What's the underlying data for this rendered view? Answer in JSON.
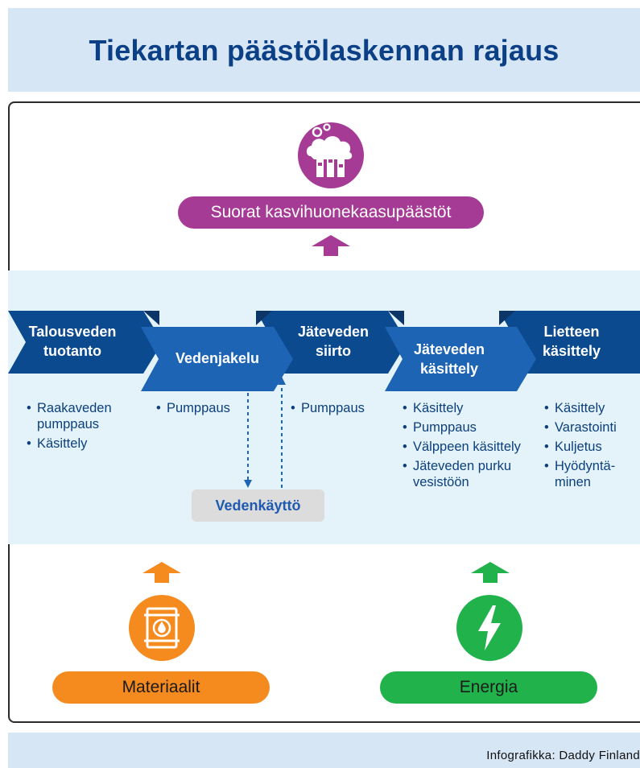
{
  "title": "Tiekartan päästölaskennan rajaus",
  "direct_emissions_label": "Suorat kasvihuonekaasupäästöt",
  "stages": [
    {
      "label_line1": "Talousveden",
      "label_line2": "tuotanto",
      "bullets": [
        "Raakaveden pumppaus",
        "Käsittely"
      ]
    },
    {
      "label_line1": "Vedenjakelu",
      "label_line2": "",
      "bullets": [
        "Pumppaus"
      ]
    },
    {
      "label_line1": "Jäteveden",
      "label_line2": "siirto",
      "bullets": [
        "Pumppaus"
      ]
    },
    {
      "label_line1": "Jäteveden",
      "label_line2": "käsittely",
      "bullets": [
        "Käsittely",
        "Pumppaus",
        "Välppeen käsittely",
        "Jäteveden purku vesistöön"
      ]
    },
    {
      "label_line1": "Lietteen",
      "label_line2": "käsittely",
      "bullets": [
        "Käsittely",
        "Varastointi",
        "Kuljetus",
        "Hyödyntä-minen"
      ]
    }
  ],
  "water_use_label": "Vedenkäyttö",
  "materials_label": "Materiaalit",
  "energy_label": "Energia",
  "credit": "Infografikka: Daddy Finland",
  "colors": {
    "title": "#0b3f86",
    "purple": "#a53b95",
    "orange": "#f58a1f",
    "green": "#22b24c",
    "chevron_dark": "#0b4a8f",
    "chevron_light": "#1d64b5",
    "band": "#e3f3f9"
  },
  "icons": {
    "emissions": "factory-cloud-icon",
    "materials": "oil-barrel-icon",
    "energy": "lightning-bolt-icon"
  }
}
